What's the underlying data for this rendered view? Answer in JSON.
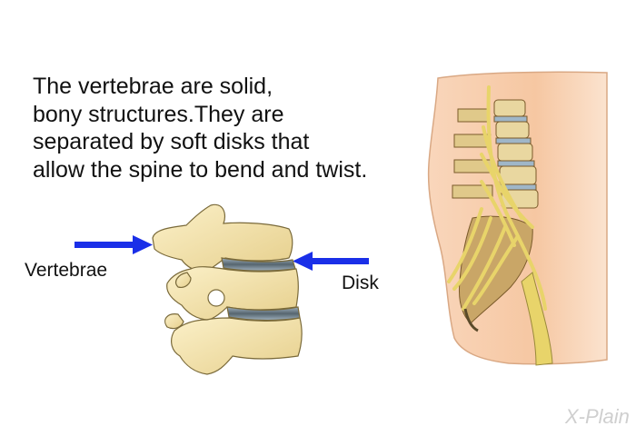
{
  "description_lines": [
    "The vertebrae are solid,",
    "bony structures.They are",
    "separated by soft disks that",
    "allow the spine to bend and twist."
  ],
  "labels": {
    "vertebrae": "Vertebrae",
    "disk": "Disk"
  },
  "watermark": "X-Plain",
  "colors": {
    "arrow": "#1a2fe8",
    "bone": "#f0e0a8",
    "disk": "#6e7f8c",
    "skin": "#f6c9a6",
    "nerve": "#e8d46a"
  }
}
